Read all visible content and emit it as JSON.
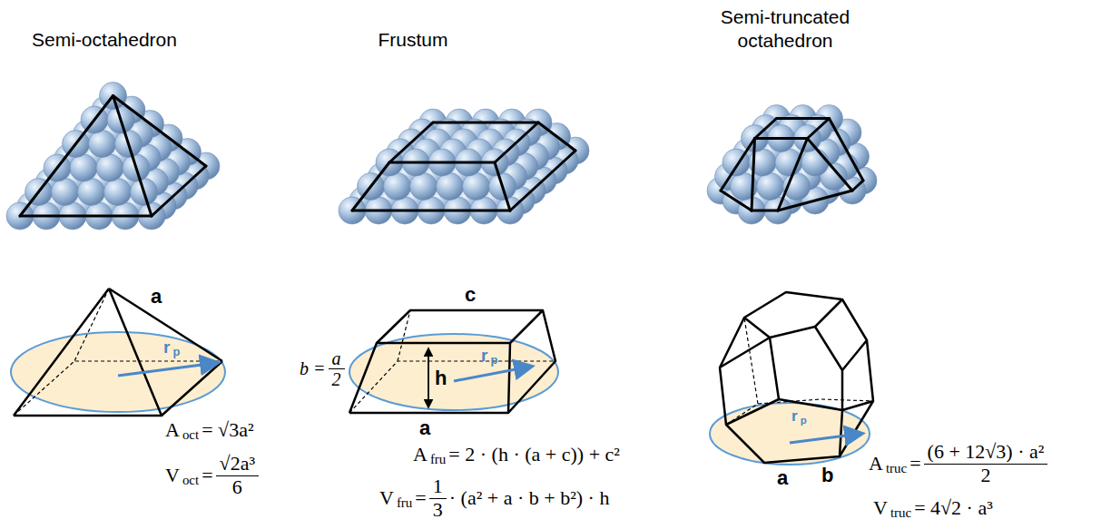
{
  "diagram": {
    "labels": [
      "Semi-octahedron",
      "Frustum",
      "Semi-truncated octahedron",
      "a",
      "r",
      "p",
      "c",
      "b =",
      "a",
      "2",
      "h",
      "r",
      "p",
      "a",
      "r",
      "p",
      "a",
      "b",
      "A",
      "oct",
      "= √3a²",
      "V",
      "oct",
      "=",
      "√2a³",
      "6",
      "A",
      "fru",
      "= 2 · (h · (a + c)) + c²",
      "V",
      "fru",
      "=",
      "1",
      "3",
      "· (a² + a · b + b²) · h",
      "A",
      "truc",
      "=",
      "(6 + 12√3) · a²",
      "2",
      "V",
      "truc",
      "= 4√2 · a³"
    ]
  }
}
